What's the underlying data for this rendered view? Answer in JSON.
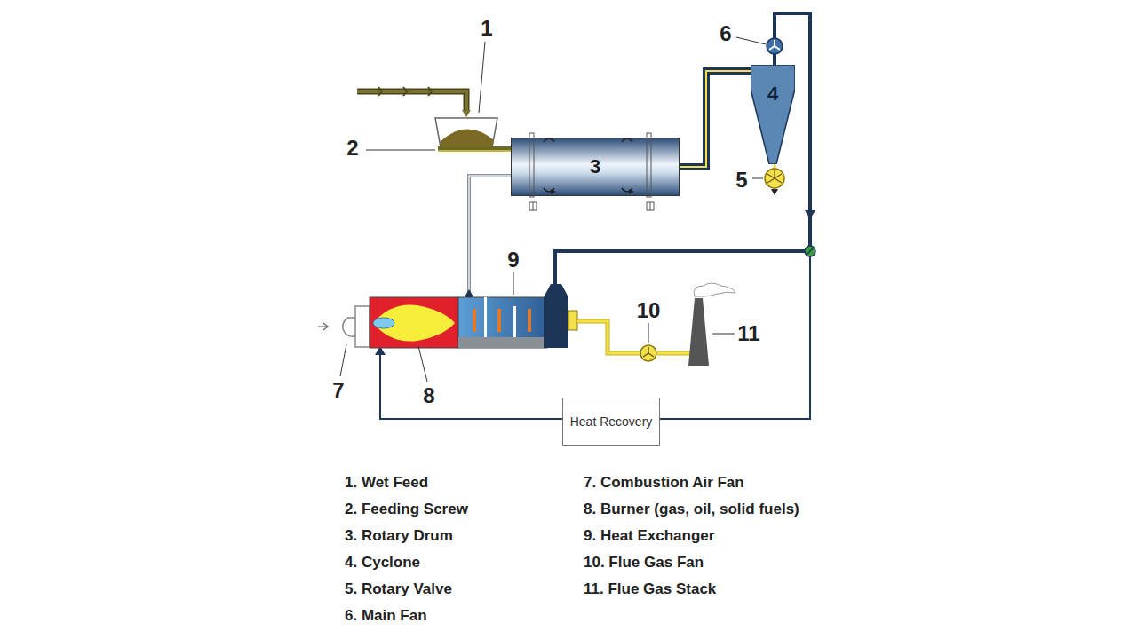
{
  "diagram": {
    "nodes": [
      {
        "text": [
          "3"
        ]
      },
      {
        "text": [
          "4"
        ]
      },
      {
        "text": [
          "Heat Recovery"
        ]
      }
    ],
    "edges": [
      {
        "from": 0,
        "to": 1,
        "arrow": "none"
      }
    ],
    "labels": [
      "1",
      "2",
      "5",
      "6",
      "7",
      "8",
      "9",
      "10",
      "11",
      "1. Wet Feed",
      "2. Feeding Screw",
      "3. Rotary Drum",
      "4. Cyclone",
      "5. Rotary Valve",
      "6. Main Fan",
      "7. Combustion Air Fan",
      "8. Burner (gas, oil, solid fuels)",
      "9. Heat Exchanger",
      "10. Flue Gas Fan",
      "11. Flue Gas Stack"
    ]
  }
}
